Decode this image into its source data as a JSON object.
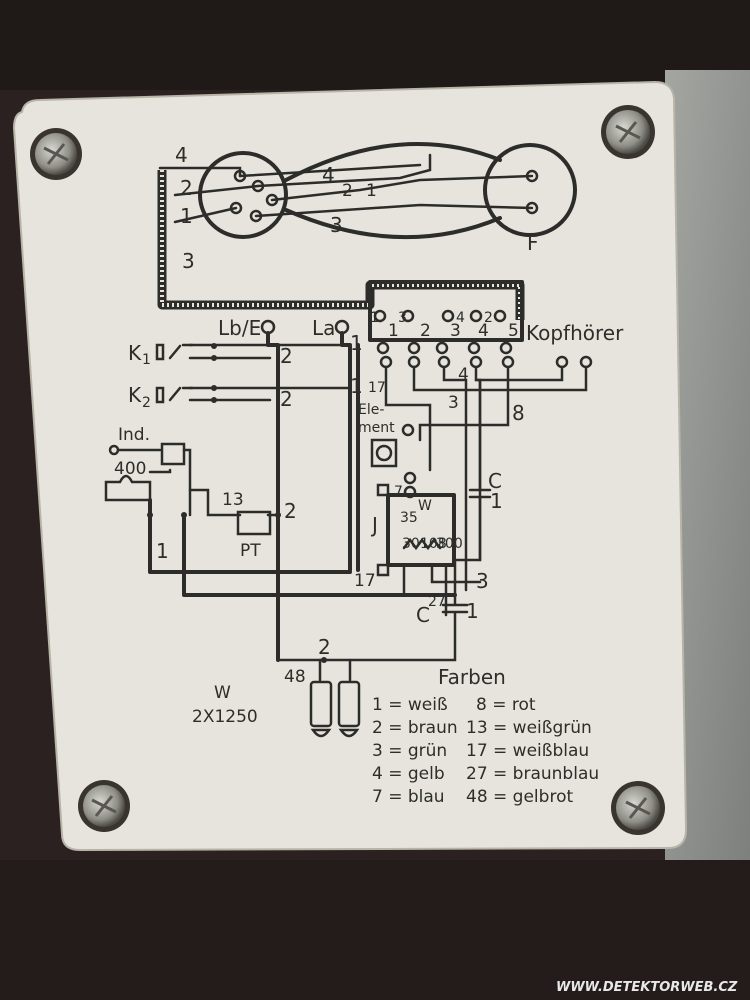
{
  "plate": {
    "plug_labels": [
      "4",
      "2",
      "1",
      "3"
    ],
    "cable_labels": [
      "4",
      "2",
      "1",
      "3"
    ],
    "earpiece_label": "F",
    "terminal_lbe": "Lb/E",
    "terminal_la": "La",
    "key1": "K",
    "key1_sub": "1",
    "key2": "K",
    "key2_sub": "2",
    "lbe_line_labels": [
      "2",
      "2"
    ],
    "la_line_labels": [
      "1",
      "1"
    ],
    "ind_label": "Ind.",
    "ind_value": "400",
    "pt_label": "PT",
    "pt_wire_labels": [
      "13",
      "2"
    ],
    "left_wire_label": "1",
    "junction_17": "17",
    "kopf_label": "Kopfhörer",
    "kopf_upper_numbers": [
      "1",
      "3",
      "4",
      "2"
    ],
    "kopf_lower_numbers": [
      "1",
      "2",
      "3",
      "4",
      "5"
    ],
    "kopf_wire_labels": [
      "17",
      "4",
      "3",
      "8"
    ],
    "element_label_1": "Ele-",
    "element_label_2": "ment",
    "transformer_label": "J",
    "transformer_pins": [
      "7",
      "35",
      "W",
      "30",
      "108",
      "300"
    ],
    "c1_label": "C",
    "c1_sub": "1",
    "c2_label": "C",
    "c2_sub": "1",
    "c2_wire": "27",
    "wire_3": "3",
    "bottom_junction": "2",
    "wire_48": "48",
    "w_label": "W",
    "w_value": "2X1250",
    "legend_title": "Farben",
    "legend_left": [
      "1 = weiß",
      "2 = braun",
      "3 = grün",
      "4 = gelb",
      "7 = blau"
    ],
    "legend_right": [
      "8 = rot",
      "13 = weißgrün",
      "17 = weißblau",
      "27 = braunblau",
      "48 = gelbrot"
    ]
  },
  "watermark": "WWW.DETEKTORWEB.CZ",
  "colors": {
    "background": "#2a2120",
    "plate": "#e6e4dc",
    "ink": "#2c2d2a",
    "metal": "#9a9c98"
  },
  "icons": [
    "screw-icon",
    "screw-icon",
    "screw-icon",
    "screw-icon"
  ]
}
